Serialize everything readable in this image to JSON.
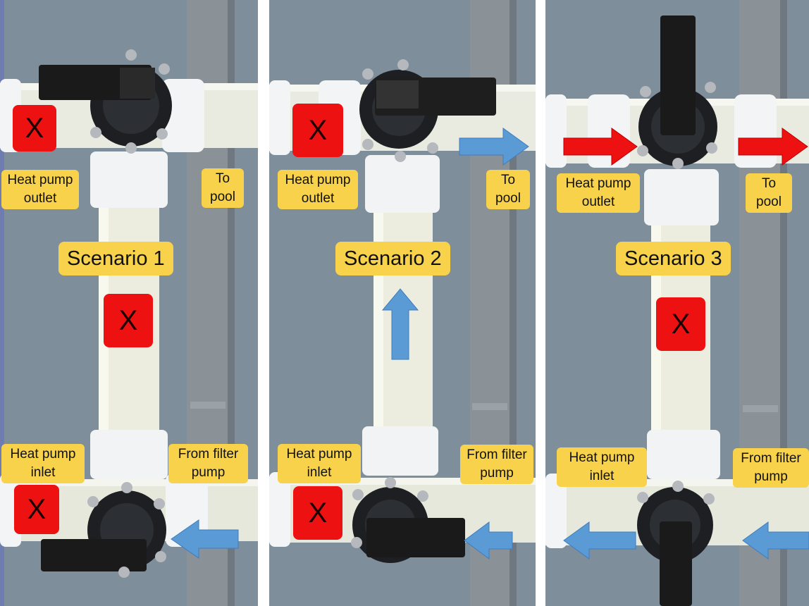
{
  "panels": [
    {
      "title": "Scenario 1",
      "labels": {
        "outlet": "Heat pump\noutlet",
        "to_pool": "To\npool",
        "inlet": "Heat pump\ninlet",
        "from_filter": "From filter\npump"
      },
      "x_mark": "X"
    },
    {
      "title": "Scenario 2",
      "labels": {
        "outlet": "Heat pump\noutlet",
        "to_pool": "To\npool",
        "inlet": "Heat pump\ninlet",
        "from_filter": "From filter\npump"
      },
      "x_mark": "X"
    },
    {
      "title": "Scenario 3",
      "labels": {
        "outlet": "Heat pump\noutlet",
        "to_pool": "To\npool",
        "inlet": "Heat pump\ninlet",
        "from_filter": "From filter\npump"
      },
      "x_mark": "X"
    }
  ],
  "colors": {
    "label_bg": "#f7d24a",
    "x_bg": "#ee1111",
    "arrow_blue": "#5b9bd5",
    "arrow_red": "#ee1111",
    "wall": "#7c8c98",
    "pipe": "#e4e6d8",
    "valve": "#222222"
  }
}
